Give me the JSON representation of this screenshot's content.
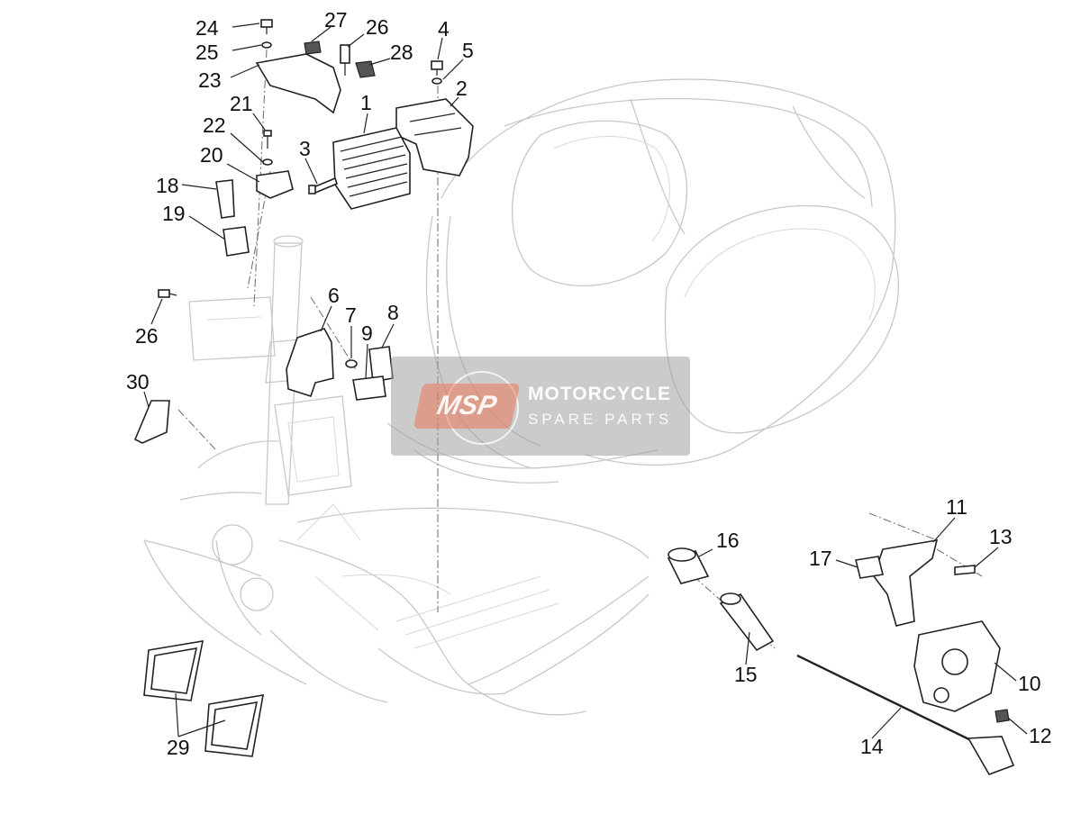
{
  "callouts": [
    {
      "id": "label-24",
      "text": "24"
    },
    {
      "id": "label-25",
      "text": "25"
    },
    {
      "id": "label-23",
      "text": "23"
    },
    {
      "id": "label-27",
      "text": "27"
    },
    {
      "id": "label-26-top",
      "text": "26"
    },
    {
      "id": "label-28",
      "text": "28"
    },
    {
      "id": "label-4",
      "text": "4"
    },
    {
      "id": "label-5",
      "text": "5"
    },
    {
      "id": "label-2",
      "text": "2"
    },
    {
      "id": "label-1",
      "text": "1"
    },
    {
      "id": "label-21",
      "text": "21"
    },
    {
      "id": "label-22",
      "text": "22"
    },
    {
      "id": "label-20",
      "text": "20"
    },
    {
      "id": "label-3",
      "text": "3"
    },
    {
      "id": "label-18",
      "text": "18"
    },
    {
      "id": "label-19",
      "text": "19"
    },
    {
      "id": "label-26-left",
      "text": "26"
    },
    {
      "id": "label-6",
      "text": "6"
    },
    {
      "id": "label-7",
      "text": "7"
    },
    {
      "id": "label-9",
      "text": "9"
    },
    {
      "id": "label-8",
      "text": "8"
    },
    {
      "id": "label-30",
      "text": "30"
    },
    {
      "id": "label-11",
      "text": "11"
    },
    {
      "id": "label-13",
      "text": "13"
    },
    {
      "id": "label-16",
      "text": "16"
    },
    {
      "id": "label-17",
      "text": "17"
    },
    {
      "id": "label-10",
      "text": "10"
    },
    {
      "id": "label-15",
      "text": "15"
    },
    {
      "id": "label-12",
      "text": "12"
    },
    {
      "id": "label-14",
      "text": "14"
    },
    {
      "id": "label-29",
      "text": "29"
    }
  ],
  "watermark": {
    "badge": "MSP",
    "line1": "MOTORCYCLE",
    "line2": "SPARE PARTS"
  }
}
